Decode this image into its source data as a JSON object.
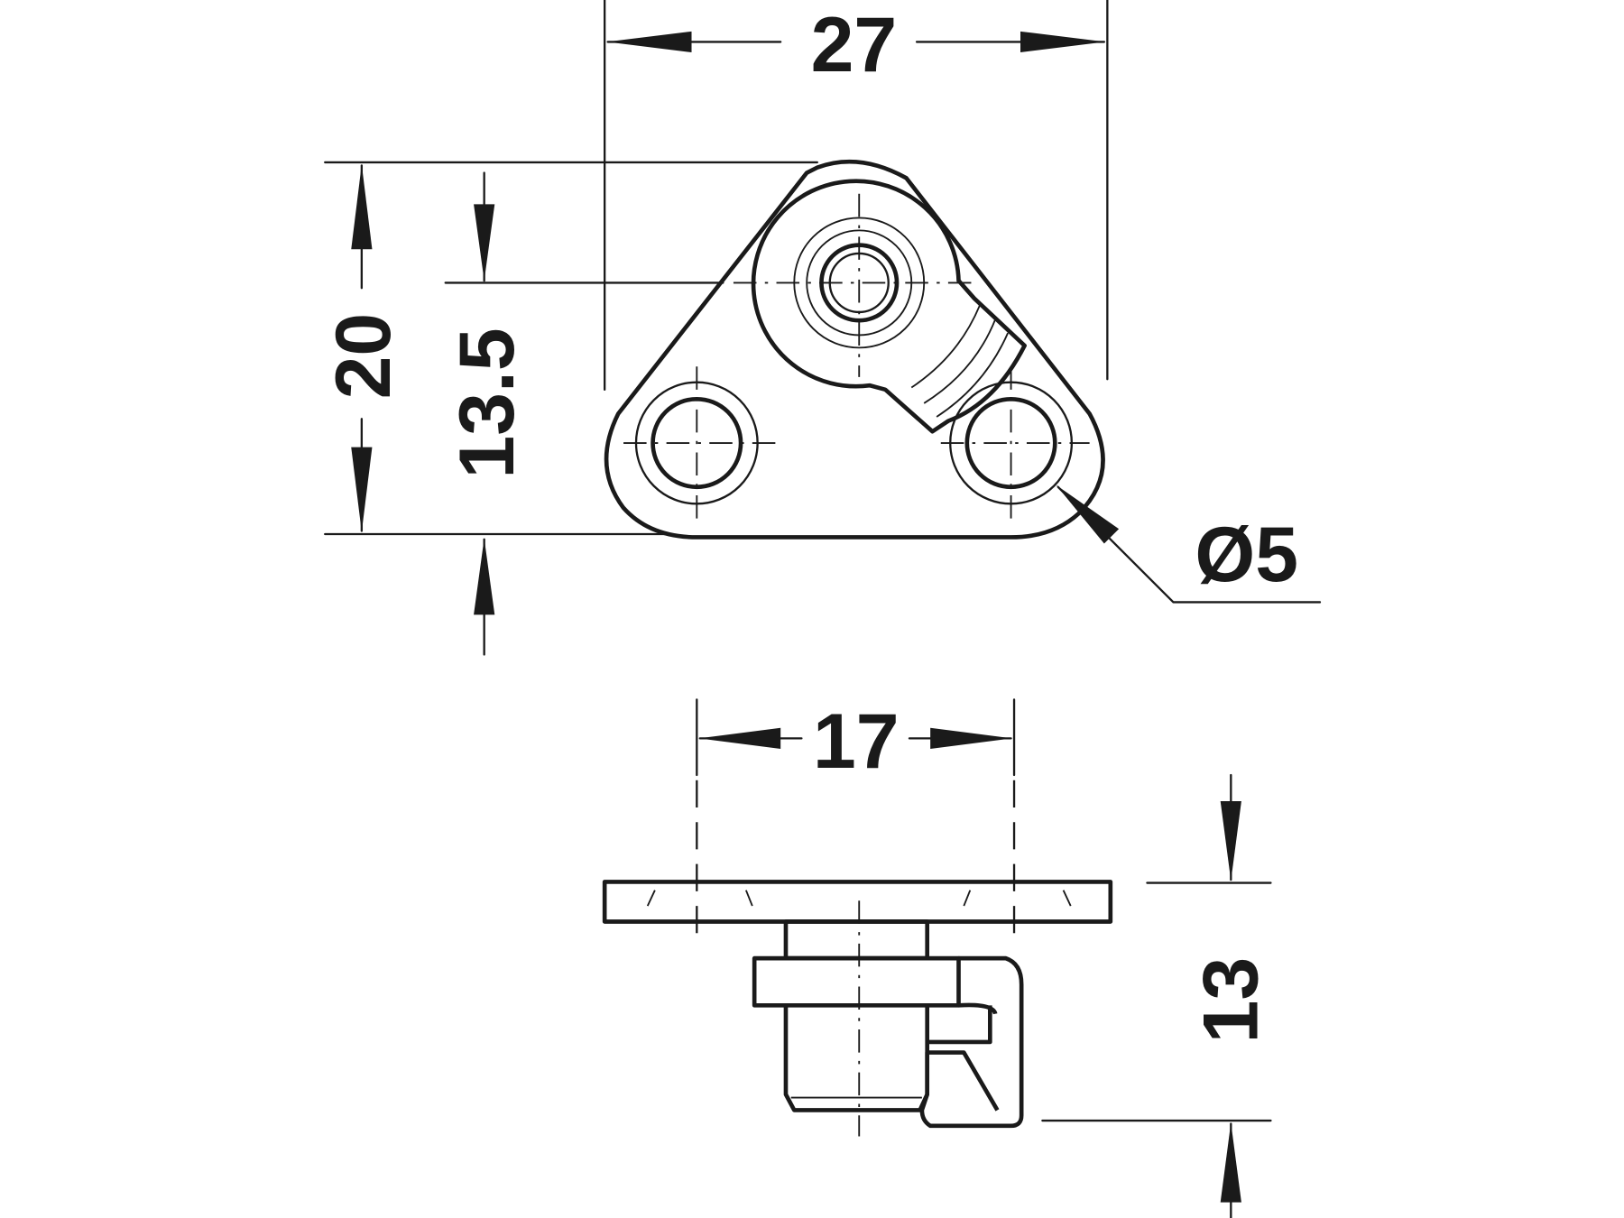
{
  "drawing": {
    "views": [
      "top-view",
      "side-view"
    ],
    "dimensions": {
      "overall_width": "27",
      "overall_height": "20",
      "center_offset": "13.5",
      "hole_diameter": "Ø5",
      "hole_spacing": "17",
      "total_height": "13"
    },
    "line_color": "#1a1a1a",
    "background": "#ffffff"
  }
}
